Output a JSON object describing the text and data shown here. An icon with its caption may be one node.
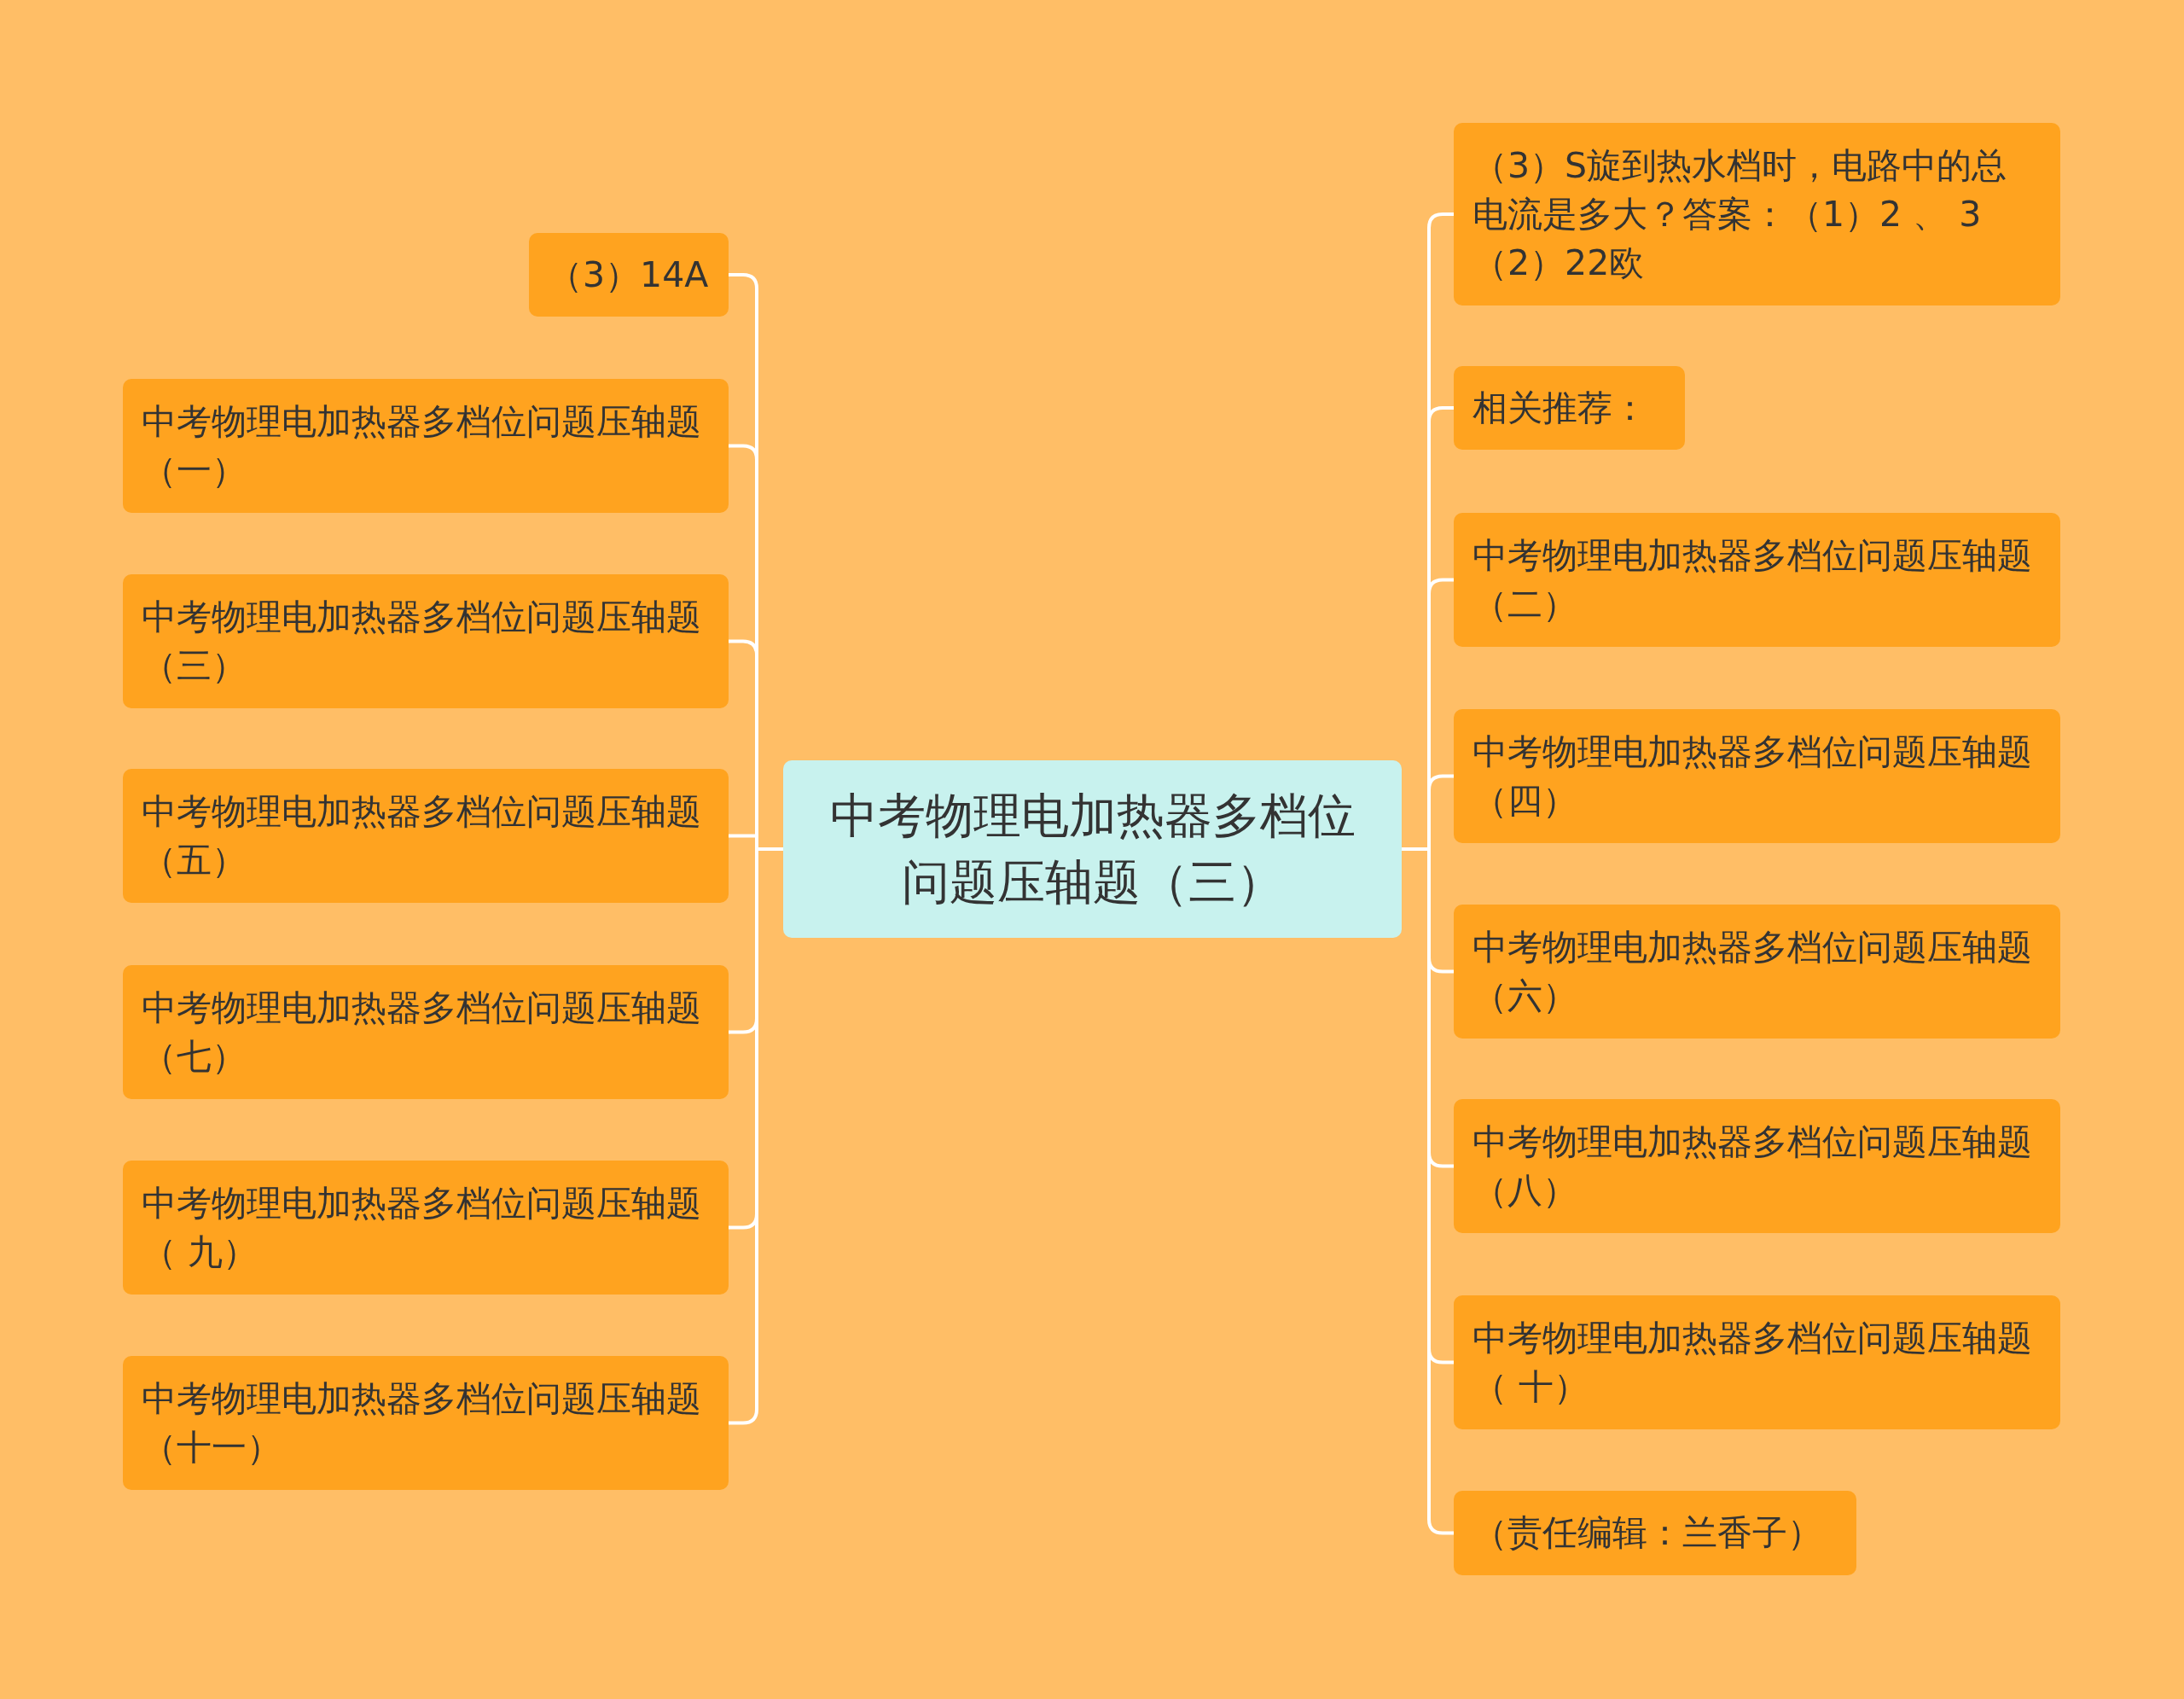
{
  "diagram": {
    "nodes": [
      {
        "text": [
          "中考物理电加热器多档位问题压轴题（三）"
        ]
      },
      {
        "text": [
          "（3）14A"
        ]
      },
      {
        "text": [
          "中考物理电加热器多档位问题压轴题（一）"
        ]
      },
      {
        "text": [
          "中考物理电加热器多档位问题压轴题（三）"
        ]
      },
      {
        "text": [
          "中考物理电加热器多档位问题压轴题（五）"
        ]
      },
      {
        "text": [
          "中考物理电加热器多档位问题压轴题（七）"
        ]
      },
      {
        "text": [
          "中考物理电加热器多档位问题压轴题（ 九）"
        ]
      },
      {
        "text": [
          "中考物理电加热器多档位问题压轴题（十一）"
        ]
      },
      {
        "text": [
          "（3）S旋到热水档时，电路中的总电流是多大？答案：（1）2 、 3（2）22欧"
        ]
      },
      {
        "text": [
          "相关推荐："
        ]
      },
      {
        "text": [
          "中考物理电加热器多档位问题压轴题（二）"
        ]
      },
      {
        "text": [
          "中考物理电加热器多档位问题压轴题（四）"
        ]
      },
      {
        "text": [
          "中考物理电加热器多档位问题压轴题（六）"
        ]
      },
      {
        "text": [
          "中考物理电加热器多档位问题压轴题（八）"
        ]
      },
      {
        "text": [
          "中考物理电加热器多档位问题压轴题（ 十）"
        ]
      },
      {
        "text": [
          "（责任编辑：兰香子）"
        ]
      }
    ],
    "edges": [
      {
        "from": 0,
        "to": 1,
        "arrow": "none"
      },
      {
        "from": 0,
        "to": 2,
        "arrow": "none"
      },
      {
        "from": 0,
        "to": 3,
        "arrow": "none"
      },
      {
        "from": 0,
        "to": 4,
        "arrow": "none"
      },
      {
        "from": 0,
        "to": 5,
        "arrow": "none"
      },
      {
        "from": 0,
        "to": 6,
        "arrow": "none"
      },
      {
        "from": 0,
        "to": 7,
        "arrow": "none"
      },
      {
        "from": 0,
        "to": 8,
        "arrow": "none"
      },
      {
        "from": 0,
        "to": 9,
        "arrow": "none"
      },
      {
        "from": 0,
        "to": 10,
        "arrow": "none"
      },
      {
        "from": 0,
        "to": 11,
        "arrow": "none"
      },
      {
        "from": 0,
        "to": 12,
        "arrow": "none"
      },
      {
        "from": 0,
        "to": 13,
        "arrow": "none"
      },
      {
        "from": 0,
        "to": 14,
        "arrow": "none"
      },
      {
        "from": 0,
        "to": 15,
        "arrow": "none"
      }
    ]
  }
}
